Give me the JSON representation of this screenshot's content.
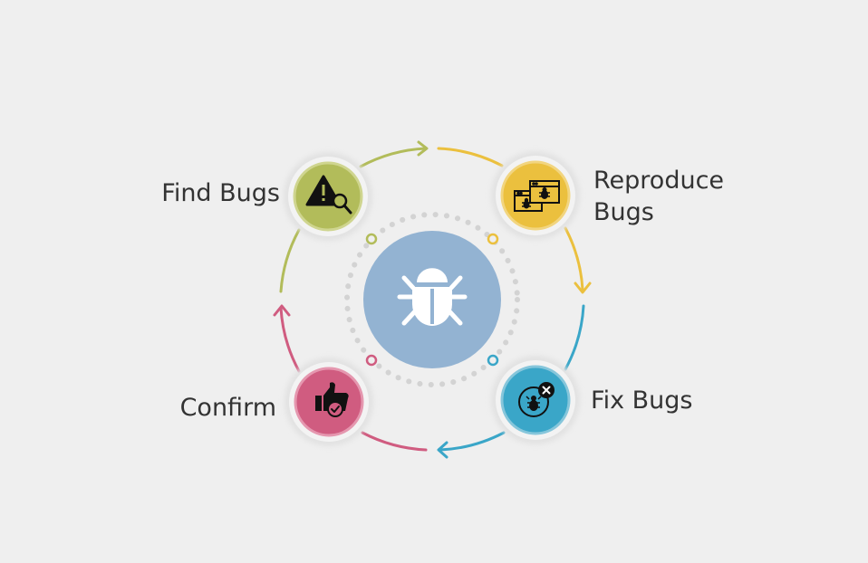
{
  "colors": {
    "background": "#efefef",
    "find": "#b2bc5a",
    "reproduce": "#ebc03e",
    "fix": "#3aa6c8",
    "confirm": "#d05c80",
    "center": "#93b3d2",
    "dots": "#d3d3d3"
  },
  "center": {
    "icon": "bug-icon"
  },
  "steps": [
    {
      "id": "find",
      "lines": [
        "Find Bugs"
      ],
      "icon": "warning-magnifier-icon"
    },
    {
      "id": "reproduce",
      "lines": [
        "Reproduce",
        "Bugs"
      ],
      "icon": "browser-windows-bug-icon"
    },
    {
      "id": "fix",
      "lines": [
        "Fix Bugs"
      ],
      "icon": "bug-close-icon"
    },
    {
      "id": "confirm",
      "lines": [
        "Confirm"
      ],
      "icon": "thumbs-up-check-icon"
    }
  ]
}
